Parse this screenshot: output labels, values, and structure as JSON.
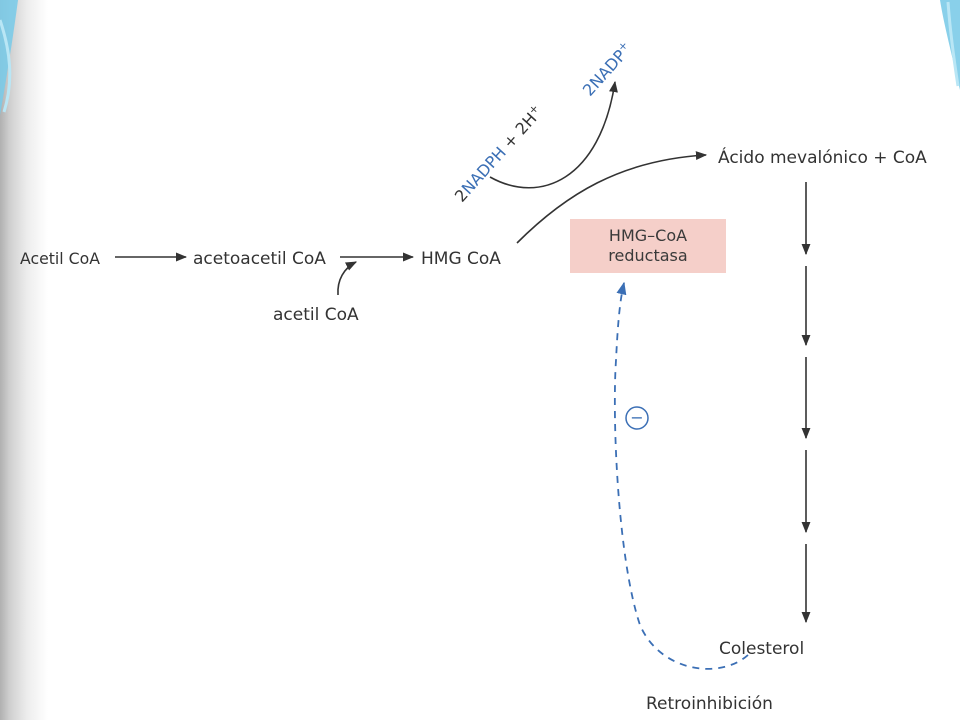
{
  "nodes": {
    "acetyl_coa": "Acetil CoA",
    "acetoacetyl_coa": "acetoacetil CoA",
    "acetyl_coa_2": "acetil CoA",
    "hmg_coa": "HMG CoA",
    "mevalonic": "Ácido mevalónico + CoA",
    "cholesterol": "Colesterol"
  },
  "cofactors": {
    "nadph_prefix": "2",
    "nadph_blue": "NADPH",
    "nadph_rest": " + 2H",
    "nadph_sup": "+",
    "nadp_prefix": "2",
    "nadp_blue": "NADP",
    "nadp_sup": "+"
  },
  "enzyme": {
    "line1": "HMG–CoA",
    "line2": "reductasa"
  },
  "inhibition": {
    "symbol": "−",
    "label": "Retroinhibición"
  },
  "colors": {
    "arrow": "#333333",
    "cofactor_blue": "#3b6fb5",
    "feedback_blue": "#3b6fb5",
    "enzyme_fill": "#f5cfc9"
  }
}
